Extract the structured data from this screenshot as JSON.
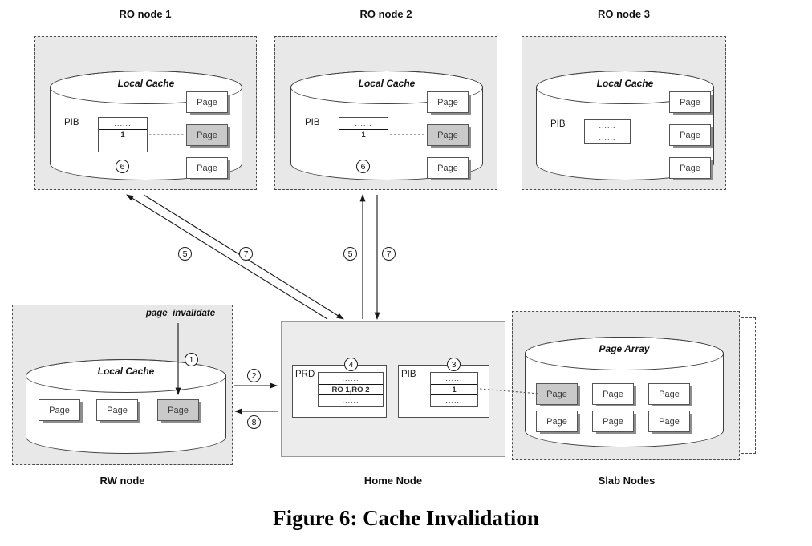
{
  "figure": {
    "caption": "Figure 6: Cache Invalidation"
  },
  "labels": {
    "page": "Page",
    "local_cache": "Local Cache",
    "page_array": "Page Array",
    "pib": "PIB",
    "prd": "PRD",
    "page_invalidate": "page_invalidate"
  },
  "nodes": {
    "ro1": {
      "title": "RO node 1",
      "pib_rows": [
        "......",
        "1",
        "......"
      ]
    },
    "ro2": {
      "title": "RO node 2",
      "pib_rows": [
        "......",
        "1",
        "......"
      ]
    },
    "ro3": {
      "title": "RO node 3",
      "pib_rows": [
        "......",
        "......"
      ]
    },
    "rw": {
      "title": "RW node"
    },
    "home": {
      "title": "Home Node",
      "prd_rows": [
        "......",
        "RO 1,RO 2",
        "......"
      ],
      "pib_rows": [
        "......",
        "1",
        "......"
      ]
    },
    "slab": {
      "title": "Slab Nodes"
    }
  },
  "steps": {
    "s1": "1",
    "s2": "2",
    "s3": "3",
    "s4": "4",
    "s5": "5",
    "s6": "6",
    "s7": "7",
    "s8": "8"
  },
  "colors": {
    "shaded_page": "#c9c9c9",
    "node_bg": "#e8e8e8"
  }
}
